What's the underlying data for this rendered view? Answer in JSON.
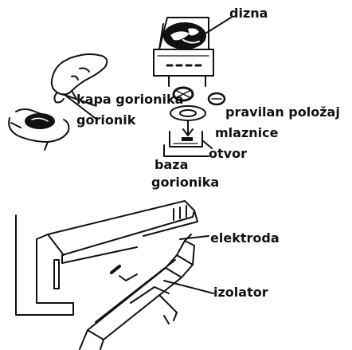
{
  "labels": {
    "nozzle": "dizna",
    "burner_cap": "kapa gorionika",
    "burner": "gorionik",
    "correct_position": "pravilan položaj",
    "nozzle_part": "mlaznice",
    "opening": "otvor",
    "burner_base_line1": "baza",
    "burner_base_line2": "gorionika",
    "electrode": "elektroda",
    "insulator": "izolator"
  },
  "colors": {
    "ink": "#111111",
    "paper": "#ffffff"
  }
}
